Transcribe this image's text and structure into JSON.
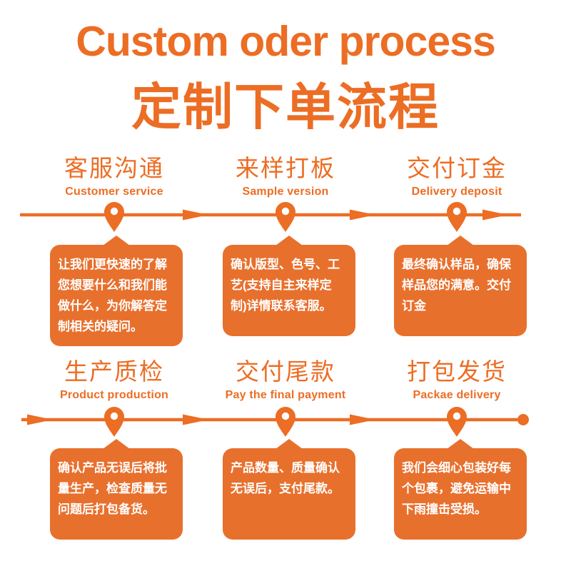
{
  "header": {
    "title_en": "Custom oder process",
    "title_zh": "定制下单流程"
  },
  "colors": {
    "accent": "#EC6D24",
    "bubble": "#E8702D",
    "text_on_bubble": "#FFFFFF",
    "background": "#FFFFFF"
  },
  "icons": {
    "pin": "map-pin",
    "arrow": "arrow-right",
    "end_dot": "end-dot"
  },
  "steps": [
    {
      "title_zh": "客服沟通",
      "title_en": "Customer service",
      "desc": "让我们更快速的了解您想要什么和我们能做什么，为你解答定制相关的疑问。"
    },
    {
      "title_zh": "来样打板",
      "title_en": "Sample version",
      "desc": "确认版型、色号、工艺(支持自主来样定制)详情联系客服。"
    },
    {
      "title_zh": "交付订金",
      "title_en": "Delivery deposit",
      "desc": "最终确认样品，确保样品您的满意。交付订金"
    },
    {
      "title_zh": "生产质检",
      "title_en": "Product production",
      "desc": "确认产品无误后将批量生产，检查质量无问题后打包备货。"
    },
    {
      "title_zh": "交付尾款",
      "title_en": "Pay the final payment",
      "desc": "产品数量、质量确认无误后，支付尾款。"
    },
    {
      "title_zh": "打包发货",
      "title_en": "Packae delivery",
      "desc": "我们会细心包装好每个包裹，避免运输中下雨撞击受损。"
    }
  ]
}
